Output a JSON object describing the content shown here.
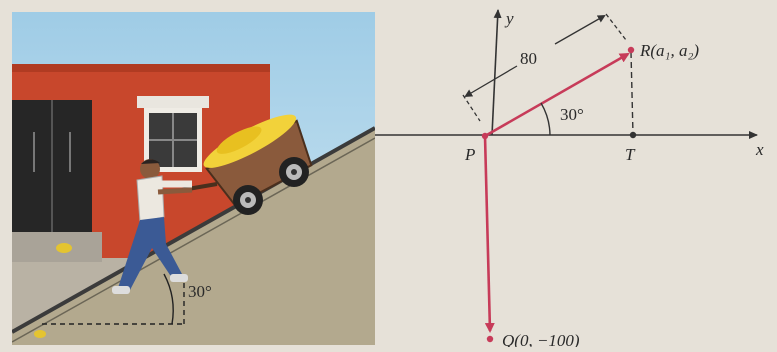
{
  "photo": {
    "angle_label": "30°"
  },
  "diagram": {
    "axis_x_label": "x",
    "axis_y_label": "y",
    "length_label": "80",
    "angle_label": "30°",
    "point_P_label": "P",
    "point_T_label": "T",
    "point_R_label": "R(a₁, a₂)",
    "point_Q_label": "Q(0, −100)",
    "colors": {
      "vector": "#c73b59",
      "axis": "#333333",
      "dashed": "#333333"
    }
  }
}
